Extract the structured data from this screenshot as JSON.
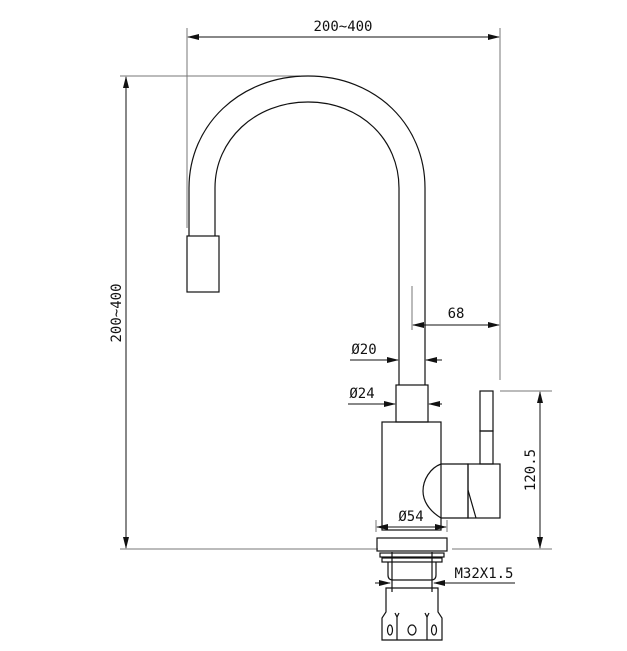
{
  "drawing": {
    "subject": "Kitchen faucet side elevation technical drawing",
    "line_color": "#111111",
    "background": "#ffffff"
  },
  "dimensions": {
    "spout_reach": "200~400",
    "overall_height": "200~400",
    "handle_offset": "68",
    "spout_tube_diameter": "Ø20",
    "neck_diameter": "Ø24",
    "body_diameter": "Ø54",
    "handle_height": "120.5",
    "thread": "M32X1.5"
  }
}
